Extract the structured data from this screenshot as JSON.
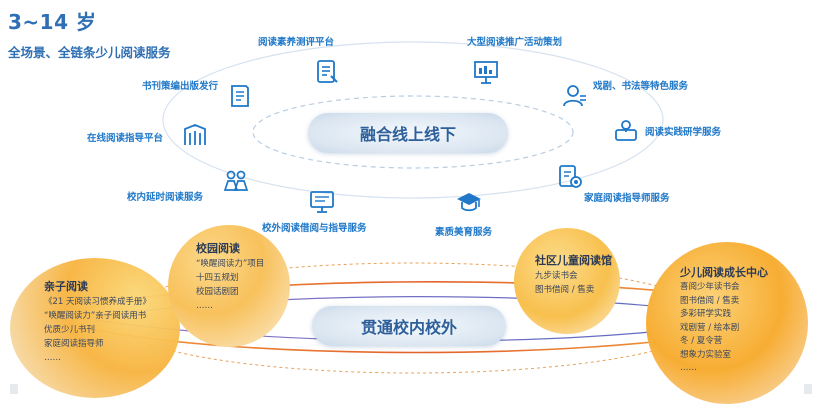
{
  "header": {
    "title": "3~14 岁",
    "subtitle": "全场景、全链条少儿阅读服务"
  },
  "top_ring": {
    "center_label": "融合线上线下",
    "services": [
      {
        "label": "阅读素养测评平台",
        "icon": "document-evaluation-icon"
      },
      {
        "label": "大型阅读推广活动策划",
        "icon": "presentation-board-icon"
      },
      {
        "label": "书刊策编出版发行",
        "icon": "book-publishing-icon"
      },
      {
        "label": "戏剧、书法等特色服务",
        "icon": "user-profile-icon"
      },
      {
        "label": "在线阅读指导平台",
        "icon": "online-reading-icon"
      },
      {
        "label": "阅读实践研学服务",
        "icon": "research-tools-icon"
      },
      {
        "label": "校内延时阅读服务",
        "icon": "students-icon"
      },
      {
        "label": "家庭阅读指导师服务",
        "icon": "family-guide-certificate-icon"
      },
      {
        "label": "校外阅读借阅与指导服务",
        "icon": "library-computer-icon"
      },
      {
        "label": "素质美育服务",
        "icon": "graduation-cap-icon"
      }
    ]
  },
  "bottom_ring": {
    "center_label": "贯通校内校外",
    "circles": [
      {
        "title": "校园阅读",
        "items": [
          "“唤醒阅读力”项目",
          "十四五规划",
          "校园话剧团",
          "……"
        ]
      },
      {
        "title": "亲子阅读",
        "items": [
          "《21 天阅读习惯养成手册》",
          "“唤醒阅读力”亲子阅读用书",
          "优质少儿书刊",
          "家庭阅读指导师",
          "……"
        ]
      },
      {
        "title": "社区儿童阅读馆",
        "items": [
          "九步读书会",
          "图书借阅 / 售卖"
        ]
      },
      {
        "title": "少儿阅读成长中心",
        "items": [
          "喜阅少年读书会",
          "图书借阅 / 售卖",
          "多彩研学实践",
          "戏剧营 / 绘本剧",
          "冬 / 夏令营",
          "想象力实验室",
          "……"
        ]
      }
    ]
  },
  "colors": {
    "primary_blue": "#1f78c8",
    "title_blue": "#2f6fb3",
    "circle_orange": "#f5a623",
    "circle_yellow": "#f9c74f",
    "ring_line": "#cfdceb"
  }
}
